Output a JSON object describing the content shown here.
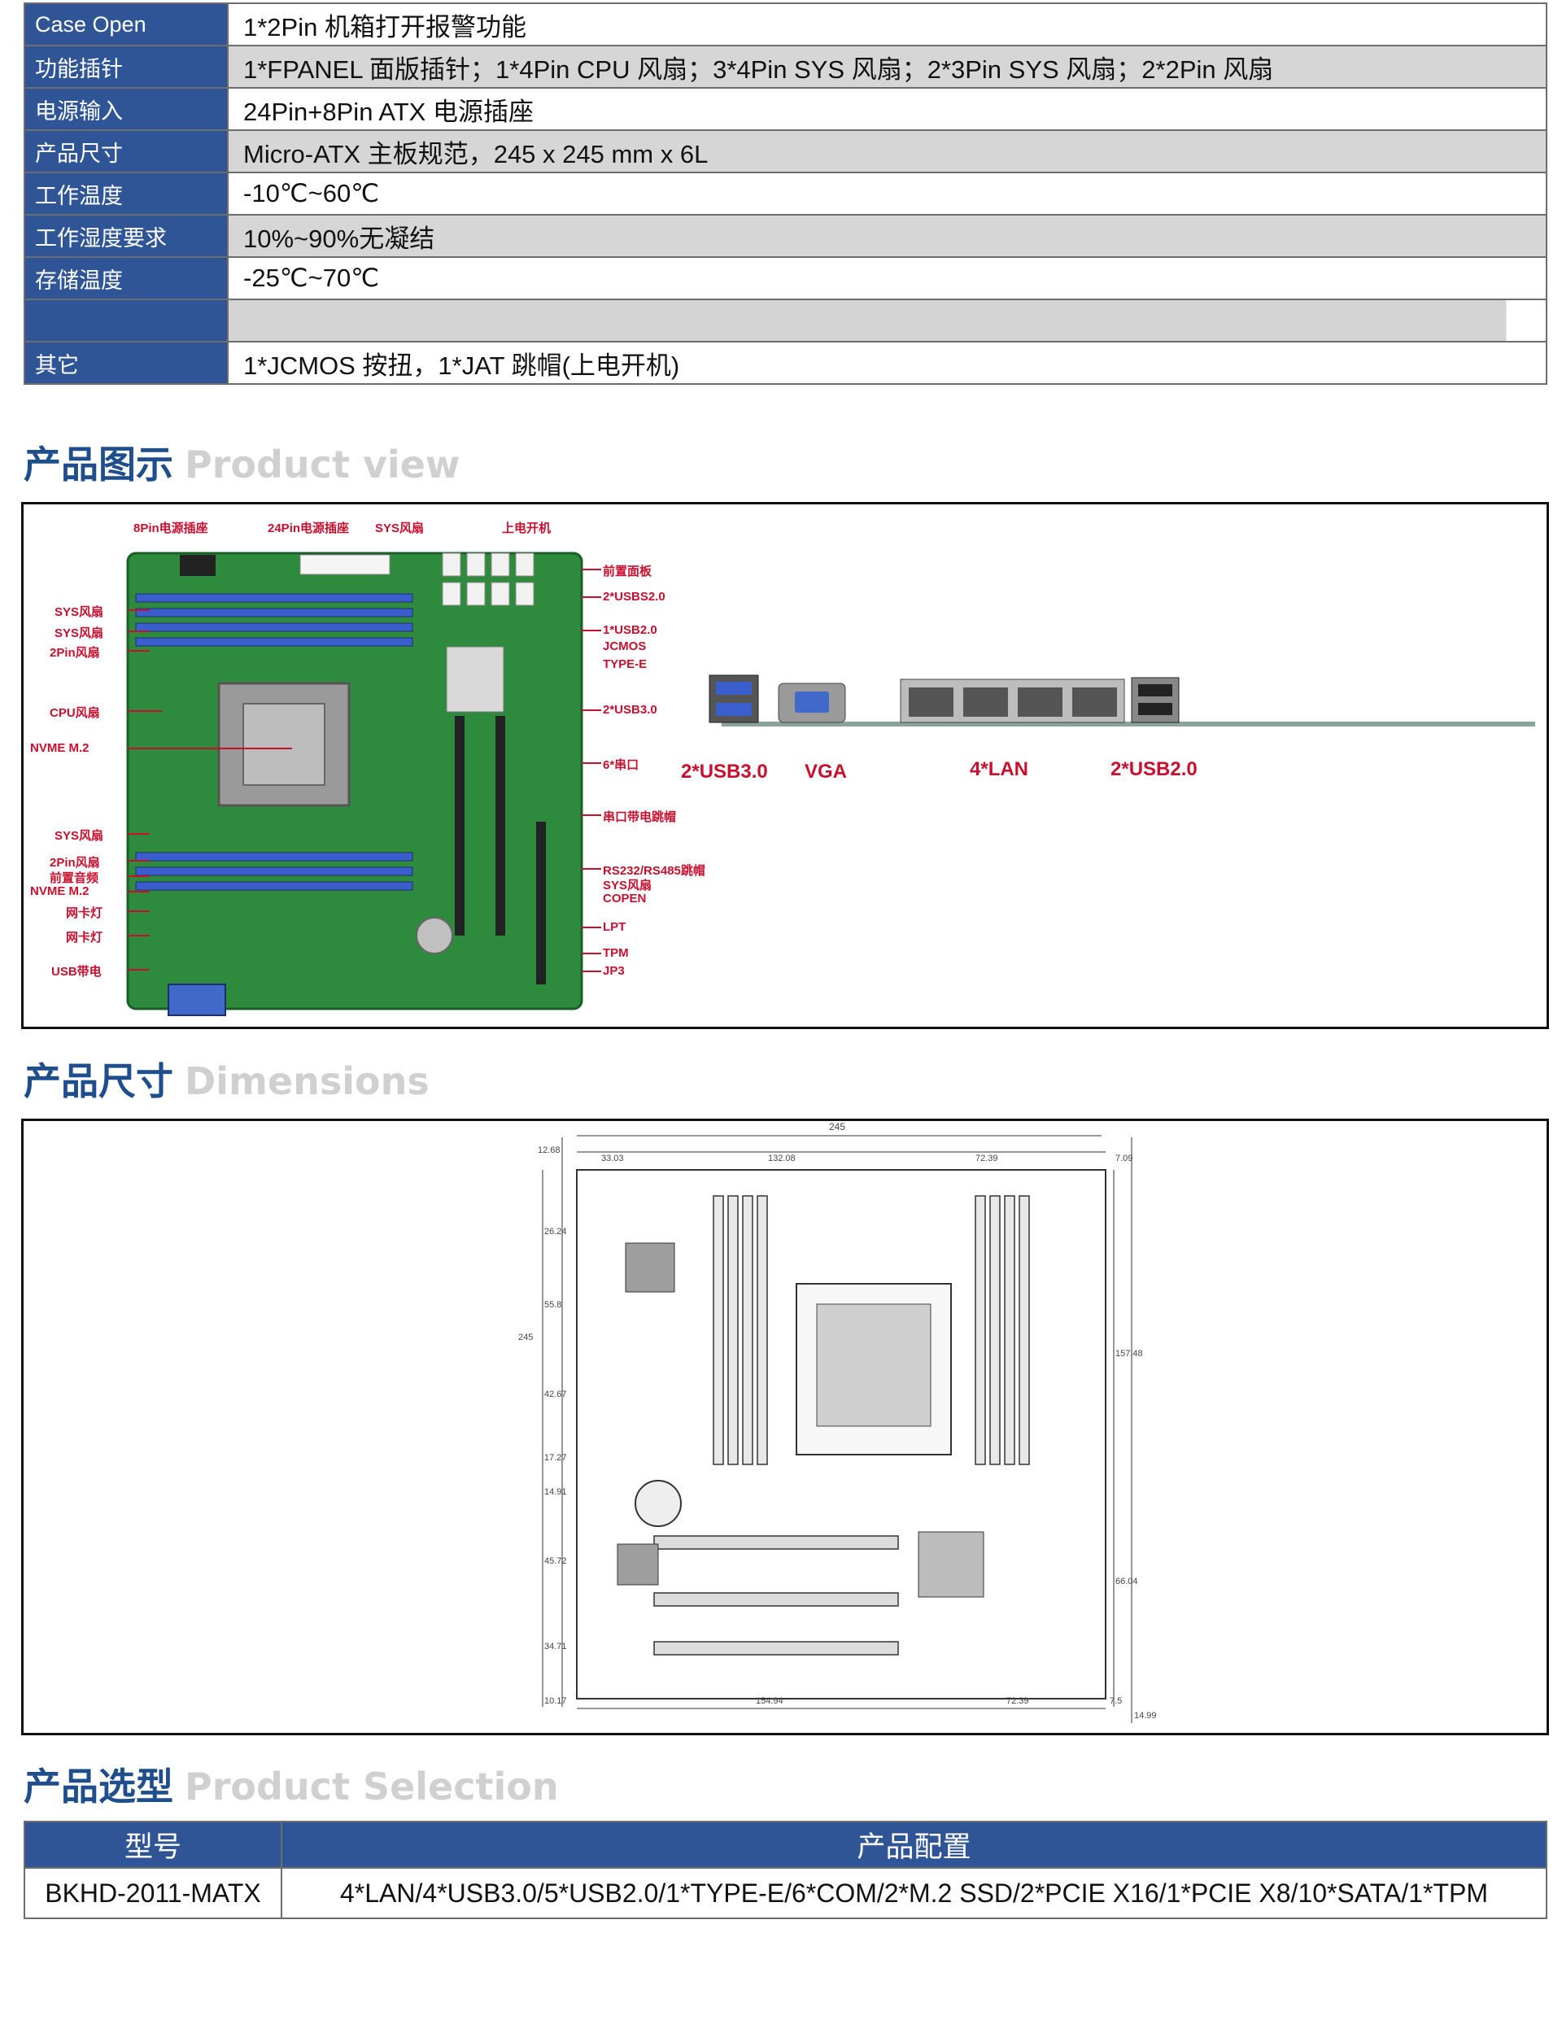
{
  "specs": [
    {
      "label": "Case Open",
      "value": "1*2Pin 机箱打开报警功能"
    },
    {
      "label": "功能插针",
      "value": "1*FPANEL 面版插针；1*4Pin CPU 风扇；3*4Pin SYS 风扇；2*3Pin SYS 风扇；2*2Pin 风扇"
    },
    {
      "label": "电源输入",
      "value": "24Pin+8Pin ATX 电源插座"
    },
    {
      "label": "产品尺寸",
      "value": "Micro-ATX 主板规范，245 x 245 mm x 6L"
    },
    {
      "label": "工作温度",
      "value": "-10℃~60℃"
    },
    {
      "label": "工作湿度要求",
      "value": "10%~90%无凝结"
    },
    {
      "label": "存储温度",
      "value": "-25℃~70℃"
    },
    {
      "label": "",
      "value": ""
    },
    {
      "label": "其它",
      "value": "1*JCMOS 按扭，1*JAT 跳帽(上电开机)"
    }
  ],
  "sections": {
    "product_view": {
      "cn": "产品图示",
      "en": "Product view"
    },
    "dimensions": {
      "cn": "产品尺寸",
      "en": "Dimensions"
    },
    "selection": {
      "cn": "产品选型",
      "en": "Product Selection"
    }
  },
  "product_view": {
    "callouts_top": {
      "power8": "8Pin电源插座",
      "power24": "24Pin电源插座",
      "sys_fan": "SYS风扇",
      "power_on": "上电开机"
    },
    "callouts_left": [
      "SYS风扇",
      "SYS风扇",
      "2Pin风扇",
      "CPU风扇",
      "NVME M.2",
      "SYS风扇",
      "2Pin风扇",
      "前置音频",
      "NVME M.2",
      "网卡灯",
      "网卡灯",
      "USB带电"
    ],
    "callouts_right": [
      "前置面板",
      "2*USBS2.0",
      "1*USB2.0",
      "JCMOS",
      "TYPE-E",
      "2*USB3.0",
      "6*串口",
      "串口带电跳帽",
      "RS232/RS485跳帽",
      "SYS风扇",
      "COPEN",
      "LPT",
      "TPM",
      "JP3"
    ],
    "io_labels": [
      "2*USB3.0",
      "VGA",
      "4*LAN",
      "2*USB2.0"
    ]
  },
  "dimensions": {
    "top_total": "245",
    "top_segments": [
      "33.03",
      "132.08",
      "72.39"
    ],
    "top_right": "7.09",
    "top_left": "12.68",
    "left_total": "245",
    "left_segments": [
      "26.24",
      "55.8",
      "42.67",
      "17.27",
      "14.91",
      "45.72",
      "34.71"
    ],
    "right_segments": [
      "157.48",
      "66.04"
    ],
    "bottom_segments": [
      "10.17",
      "154.94",
      "72.39",
      "7.5"
    ],
    "bottom_right": "14.99"
  },
  "selection": {
    "headers": [
      "型号",
      "产品配置"
    ],
    "rows": [
      [
        "BKHD-2011-MATX",
        "4*LAN/4*USB3.0/5*USB2.0/1*TYPE-E/6*COM/2*M.2 SSD/2*PCIE X16/1*PCIE X8/10*SATA/1*TPM"
      ]
    ]
  },
  "colors": {
    "header_blue": "#2f5597",
    "title_blue": "#1f4e8c",
    "callout_red": "#c8102e",
    "board_green": "#2e8b3d"
  }
}
